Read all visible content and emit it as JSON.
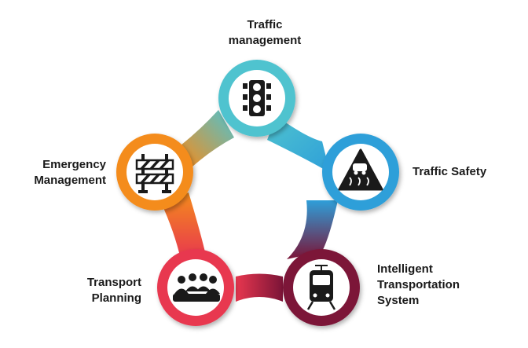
{
  "colors": {
    "teal": "#4fc3cf",
    "blue": "#2e9fd9",
    "maroon": "#7b1437",
    "red": "#e8374f",
    "orange": "#f48c1c",
    "icon": "#1a1a1a"
  },
  "nodes": [
    {
      "id": "traffic-management",
      "label": "Traffic\nmanagement",
      "icon": "traffic-light-icon",
      "color": "teal"
    },
    {
      "id": "traffic-safety",
      "label": "Traffic Safety",
      "icon": "slippery-road-sign-icon",
      "color": "blue"
    },
    {
      "id": "intelligent-transportation-system",
      "label": "Intelligent\nTransportation\nSystem",
      "icon": "tram-icon",
      "color": "maroon"
    },
    {
      "id": "transport-planning",
      "label": "Transport\nPlanning",
      "icon": "meeting-group-icon",
      "color": "red"
    },
    {
      "id": "emergency-management",
      "label": "Emergency\nManagement",
      "icon": "road-barrier-icon",
      "color": "orange"
    }
  ]
}
